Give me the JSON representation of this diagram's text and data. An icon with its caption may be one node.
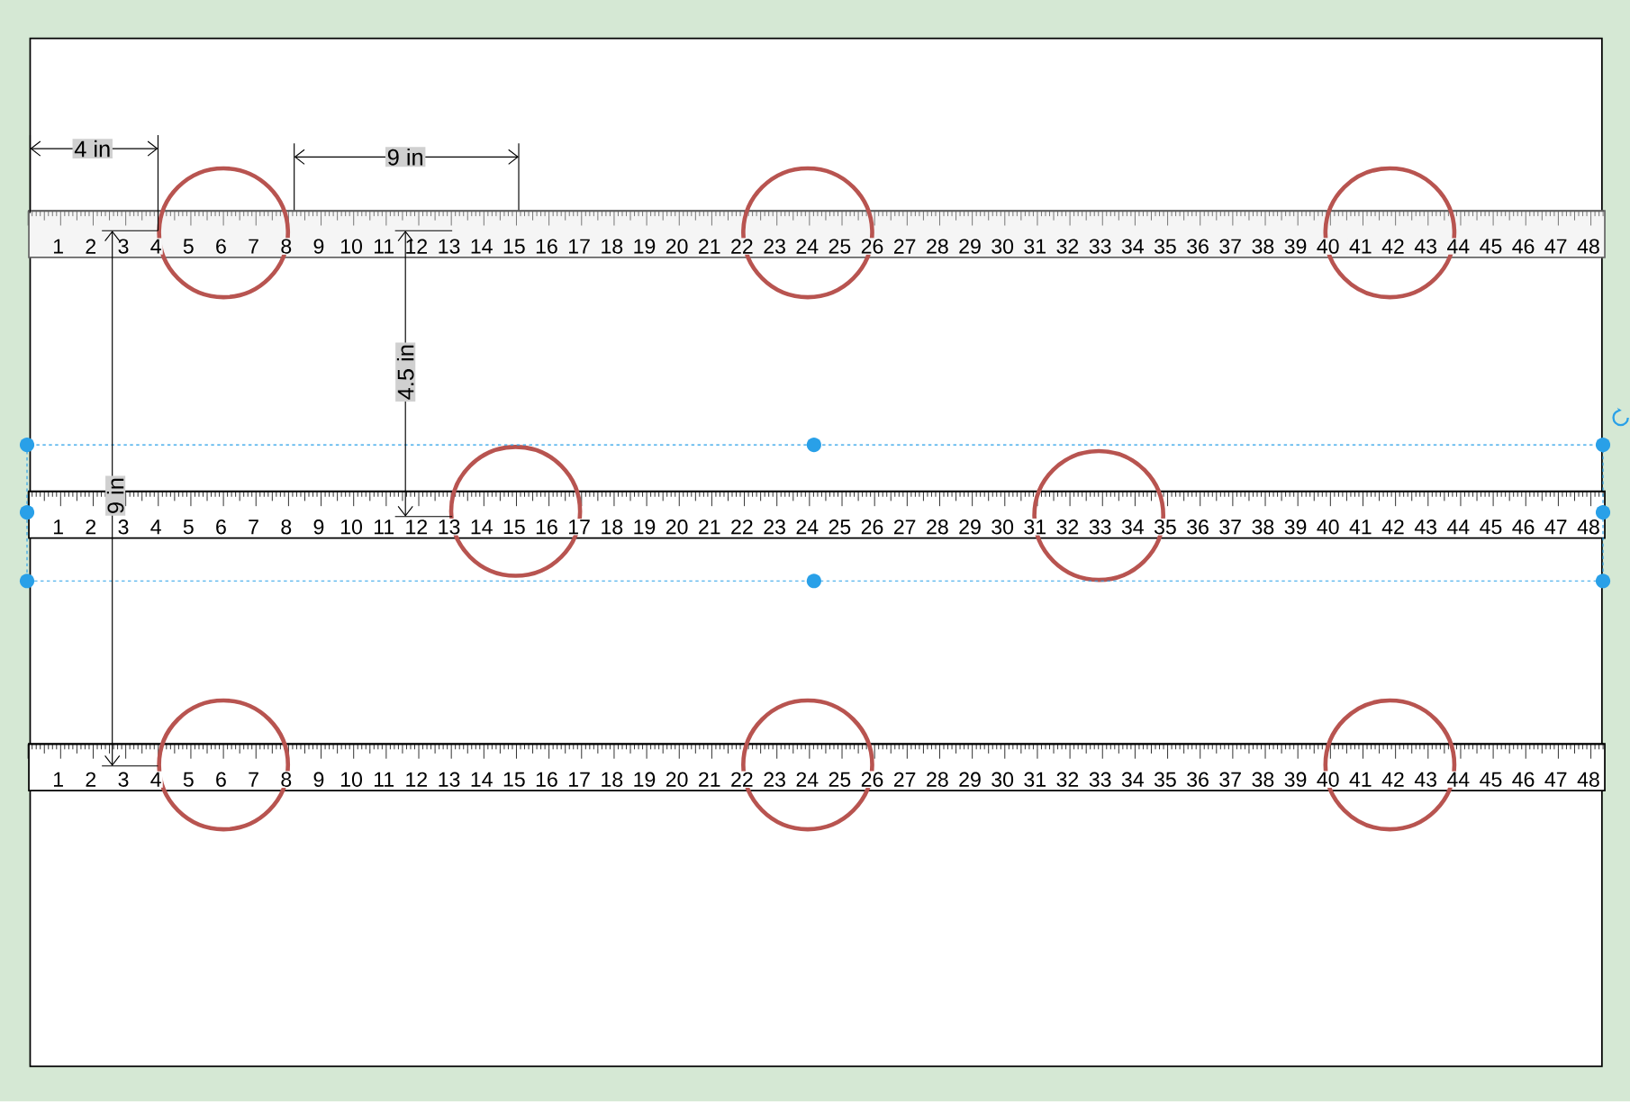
{
  "diagram": {
    "nodes": [
      {
        "text": [
          "1",
          "2",
          "3",
          "4",
          "5",
          "6",
          "7",
          "8",
          "9",
          "10",
          "11",
          "12",
          "13",
          "14",
          "15",
          "16",
          "17",
          "18",
          "19",
          "20",
          "21",
          "22",
          "23",
          "24",
          "25",
          "26",
          "27",
          "28",
          "29",
          "30",
          "31",
          "32",
          "33",
          "34",
          "35",
          "36",
          "37",
          "38",
          "39",
          "40",
          "41",
          "42",
          "43",
          "44",
          "45",
          "46",
          "47",
          "48"
        ]
      },
      {
        "text": [
          "1",
          "2",
          "3",
          "4",
          "5",
          "6",
          "7",
          "8",
          "9",
          "10",
          "11",
          "12",
          "13",
          "14",
          "15",
          "16",
          "17",
          "18",
          "19",
          "20",
          "21",
          "22",
          "23",
          "24",
          "25",
          "26",
          "27",
          "28",
          "29",
          "30",
          "31",
          "32",
          "33",
          "34",
          "35",
          "36",
          "37",
          "38",
          "39",
          "40",
          "41",
          "42",
          "43",
          "44",
          "45",
          "46",
          "47",
          "48"
        ]
      },
      {
        "text": [
          "1",
          "2",
          "3",
          "4",
          "5",
          "6",
          "7",
          "8",
          "9",
          "10",
          "11",
          "12",
          "13",
          "14",
          "15",
          "16",
          "17",
          "18",
          "19",
          "20",
          "21",
          "22",
          "23",
          "24",
          "25",
          "26",
          "27",
          "28",
          "29",
          "30",
          "31",
          "32",
          "33",
          "34",
          "35",
          "36",
          "37",
          "38",
          "39",
          "40",
          "41",
          "42",
          "43",
          "44",
          "45",
          "46",
          "47",
          "48"
        ]
      }
    ],
    "labels": [
      "4 in",
      "9 in",
      "4.5 in",
      "9 in"
    ]
  }
}
